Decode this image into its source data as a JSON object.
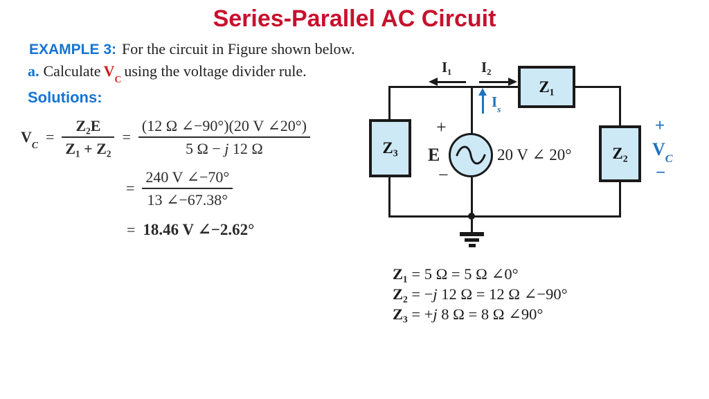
{
  "title": "Series-Parallel AC Circuit",
  "colors": {
    "title_red": "#C8102E",
    "heading_blue": "#1474D4",
    "circuit_blue": "#1E73BE",
    "vc_red": "#D21E1E",
    "box_fill": "#CDE9F6",
    "line_black": "#1a1a1a"
  },
  "example": {
    "label": "EXAMPLE 3:",
    "text": "For the circuit in Figure shown below.",
    "item_letter": "a.",
    "task_pre": "Calculate",
    "vc_base": "V",
    "vc_sub": "C",
    "task_post": "using the voltage divider rule."
  },
  "solutions_label": "Solutions:",
  "solution": {
    "vc_base": "V",
    "vc_sub": "C",
    "eq1": "=",
    "frac1": {
      "num": "Z₂E",
      "den": "Z₁ + Z₂"
    },
    "eq2": "=",
    "frac2": {
      "num": "(12 Ω ∠−90°)(20 V ∠20°)",
      "den_pre": "5 Ω − ",
      "den_j": "j",
      "den_post": " 12 Ω"
    },
    "line2": {
      "eq": "=",
      "num": "240 V ∠−70°",
      "den": "13 ∠−67.38°"
    },
    "line3": {
      "eq": "=",
      "result": "18.46 V ∠−2.62°"
    }
  },
  "circuit": {
    "i1_label": "I₁",
    "i2_label": "I₂",
    "is_base": "I",
    "is_sub": "s",
    "z1_label": "Z₁",
    "z2_label": "Z₂",
    "z3_label": "Z₃",
    "source_plus": "+",
    "source_name": "E",
    "source_minus": "−",
    "source_value": "20 V ∠ 20°",
    "vc_plus": "+",
    "vc_base": "V",
    "vc_sub": "C",
    "vc_minus": "−"
  },
  "impedances": [
    {
      "zsym": "Z₁",
      "mid": " = 5 Ω = 5 Ω ∠0°",
      "j": "",
      "post": ""
    },
    {
      "zsym": "Z₂",
      "mid": " = −",
      "j": "j",
      "post": " 12 Ω = 12 Ω ∠−90°"
    },
    {
      "zsym": "Z₃",
      "mid": " = +",
      "j": "j",
      "post": " 8 Ω = 8 Ω ∠90°"
    }
  ]
}
